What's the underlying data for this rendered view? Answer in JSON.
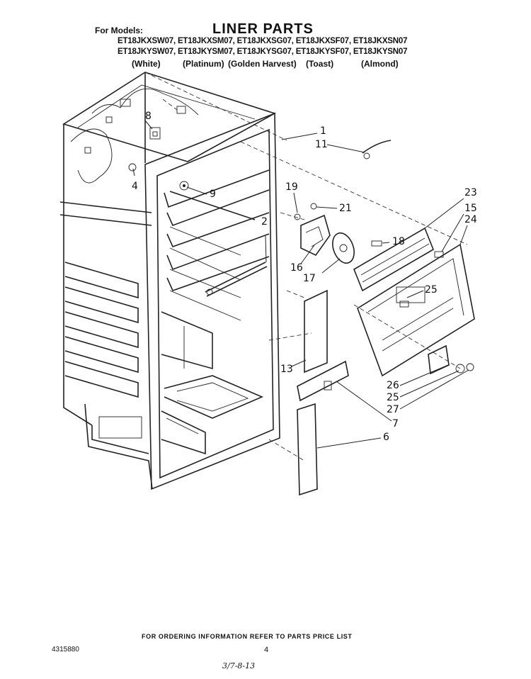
{
  "header": {
    "for_models_label": "For Models:",
    "title": "LINER PARTS",
    "models_row1": "ET18JKXSW07, ET18JKXSM07, ET18JKXSG07, ET18JKXSF07, ET18JKXSN07",
    "models_row2": "ET18JKYSW07, ET18JKYSM07, ET18JKYSG07, ET18JKYSF07, ET18JKYSN07",
    "colors": [
      "(White)",
      "(Platinum)",
      "(Golden Harvest)",
      "(Toast)",
      "(Almond)"
    ]
  },
  "callouts": {
    "c8": "8",
    "c4": "4",
    "c9": "9",
    "c1": "1",
    "c11": "11",
    "c19": "19",
    "c21": "21",
    "c23": "23",
    "c15": "15",
    "c24": "24",
    "c2": "2",
    "c18": "18",
    "c16": "16",
    "c17": "17",
    "c25a": "25",
    "c13": "13",
    "c26": "26",
    "c25b": "25",
    "c27": "27",
    "c7": "7",
    "c6": "6"
  },
  "footer": {
    "ordering_note": "FOR ORDERING INFORMATION REFER TO PARTS PRICE LIST",
    "doc_number": "4315880",
    "page_number": "4",
    "handwritten_code": "3/7-8-13"
  }
}
